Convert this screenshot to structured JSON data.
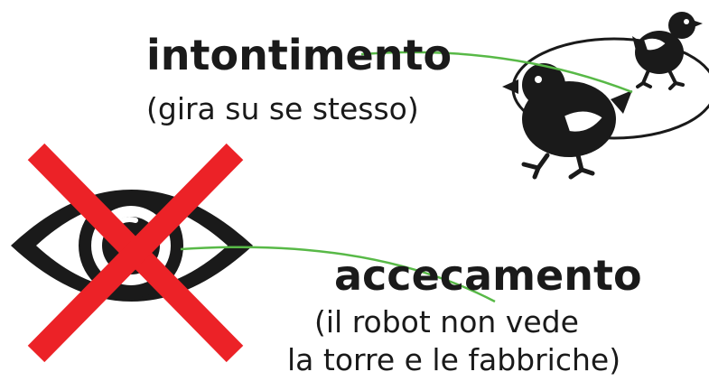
{
  "stun": {
    "title": "intontimento",
    "subtitle": "(gira su se stesso)",
    "icon": "dizzy-chicks-icon"
  },
  "blind": {
    "title": "accecamento",
    "subtitle_line1": "(il robot non vede",
    "subtitle_line2": "la torre e le fabbriche)",
    "icon": "crossed-eye-icon"
  },
  "colors": {
    "text": "#1a1a1a",
    "connector": "#58b947",
    "cross": "#ec2227",
    "icon": "#1a1a1a"
  }
}
